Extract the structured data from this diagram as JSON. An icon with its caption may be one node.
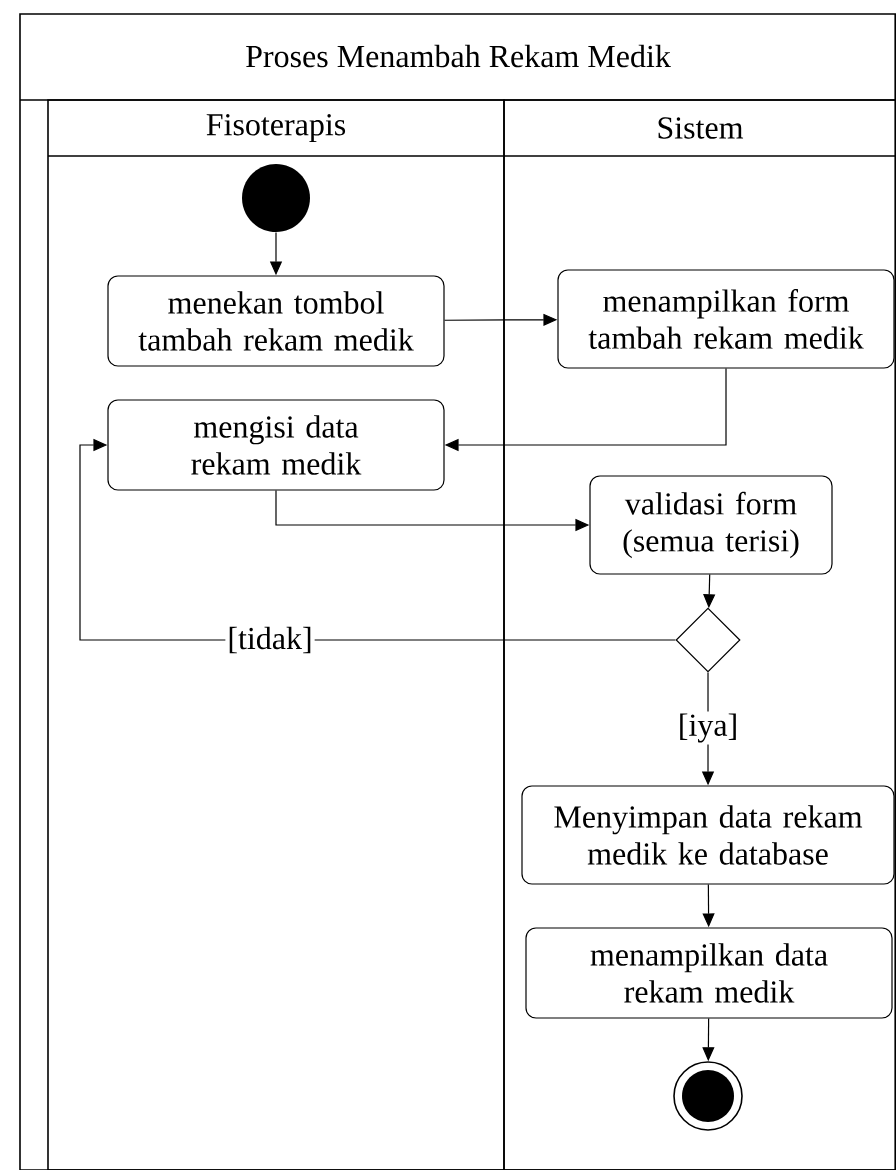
{
  "diagram": {
    "title": "Proses Menambah Rekam Medik",
    "nodes": [
      {
        "text": [
          "Fisoterapis"
        ]
      },
      {
        "text": [
          "Sistem"
        ]
      },
      {
        "text": [],
        "shape": "circle",
        "in": 0
      },
      {
        "text": [
          "menekan tombol tambah rekam medik"
        ],
        "in": 0
      },
      {
        "text": [
          "menampilkan form tambah rekam medik"
        ],
        "in": 1
      },
      {
        "text": [
          "mengisi data rekam medik"
        ],
        "in": 0
      },
      {
        "text": [
          "validasi form (semua terisi)"
        ],
        "in": 1
      },
      {
        "text": [],
        "shape": "diamond",
        "in": 1
      },
      {
        "text": [
          "Menyimpan data rekam medik ke database"
        ],
        "in": 1
      },
      {
        "text": [
          "menampilkan data rekam medik"
        ],
        "in": 1
      },
      {
        "text": [],
        "shape": "circle",
        "in": 1
      }
    ],
    "edges": [
      {
        "from": 2,
        "to": 3,
        "arrow": "to"
      },
      {
        "from": 3,
        "to": 4,
        "arrow": "to"
      },
      {
        "from": 4,
        "to": 5,
        "arrow": "to"
      },
      {
        "from": 5,
        "to": 6,
        "arrow": "to"
      },
      {
        "from": 6,
        "to": 7,
        "arrow": "to"
      },
      {
        "from": 7,
        "to": 5,
        "arrow": "to",
        "label": "[tidak]"
      },
      {
        "from": 7,
        "to": 8,
        "arrow": "to",
        "label": "[iya]"
      },
      {
        "from": 8,
        "to": 9,
        "arrow": "to"
      },
      {
        "from": 9,
        "to": 10,
        "arrow": "to"
      }
    ]
  }
}
